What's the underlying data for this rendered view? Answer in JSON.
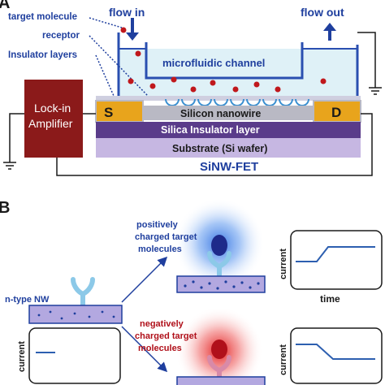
{
  "panel_a": {
    "panel_label": "A",
    "labels": {
      "target_molecule": "target molecule",
      "receptor": "receptor",
      "insulator_layers": "Insulator layers",
      "flow_in": "flow in",
      "flow_out": "flow out",
      "microfluidic_channel": "microfluidic channel",
      "lock_in_line1": "Lock-in",
      "lock_in_line2": "Amplifier",
      "source": "S",
      "drain": "D",
      "silicon_nanowire": "Silicon nanowire",
      "silica_insulator": "Silica Insulator layer",
      "substrate": "Substrate (Si wafer)",
      "device_name": "SiNW-FET"
    },
    "colors": {
      "label_blue": "#1f3f9e",
      "amplifier": "#8b1a1a",
      "electrode": "#e8a41c",
      "nanowire": "#b9b9c4",
      "silica_layer": "#5a3c8a",
      "substrate": "#c6b7e2",
      "channel_fluid": "#dff1f7",
      "molecule": "#c0181c"
    }
  },
  "panel_b": {
    "panel_label": "B",
    "labels": {
      "n_type_nw": "n-type NW",
      "positive_line1": "positively",
      "positive_line2": "charged target",
      "positive_line3": "molecules",
      "negative_line1": "negatively",
      "negative_line2": "charged target",
      "negative_line3": "molecules",
      "current": "current",
      "time": "time"
    },
    "colors": {
      "positive_glow": "#3d7fe6",
      "negative_glow": "#e82020",
      "positive_molecule": "#1e2a8a",
      "negative_molecule": "#b0101a",
      "receptor": "#8cc9e8",
      "nanowire": "#b3a8e0",
      "graph_line": "#2d5fb0"
    }
  }
}
